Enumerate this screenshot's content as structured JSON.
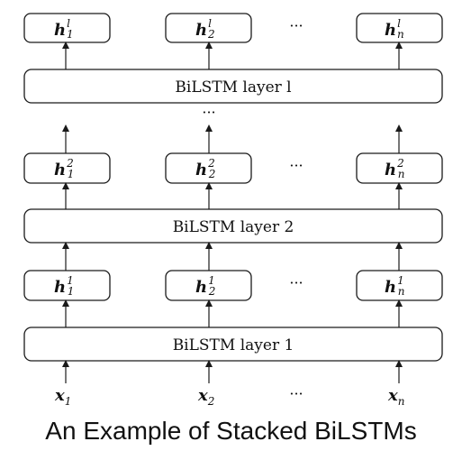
{
  "caption": "An Example of Stacked BiLSTMs",
  "ellipsis": "···",
  "vertical_ellipsis": "···",
  "top_layer": {
    "label": "BiLSTM layer l",
    "outputs": [
      {
        "base": "h",
        "sup": "l",
        "sub": "1"
      },
      {
        "base": "h",
        "sup": "l",
        "sub": "2"
      },
      {
        "base": "h",
        "sup": "l",
        "sub": "n"
      }
    ]
  },
  "layer2": {
    "label": "BiLSTM layer 2",
    "outputs": [
      {
        "base": "h",
        "sup": "2",
        "sub": "1"
      },
      {
        "base": "h",
        "sup": "2",
        "sub": "2"
      },
      {
        "base": "h",
        "sup": "2",
        "sub": "n"
      }
    ]
  },
  "layer1": {
    "label": "BiLSTM layer 1",
    "outputs": [
      {
        "base": "h",
        "sup": "1",
        "sub": "1"
      },
      {
        "base": "h",
        "sup": "1",
        "sub": "2"
      },
      {
        "base": "h",
        "sup": "1",
        "sub": "n"
      }
    ]
  },
  "inputs": [
    {
      "base": "x",
      "sub": "1"
    },
    {
      "base": "x",
      "sub": "2"
    },
    {
      "base": "x",
      "sub": "n"
    }
  ]
}
